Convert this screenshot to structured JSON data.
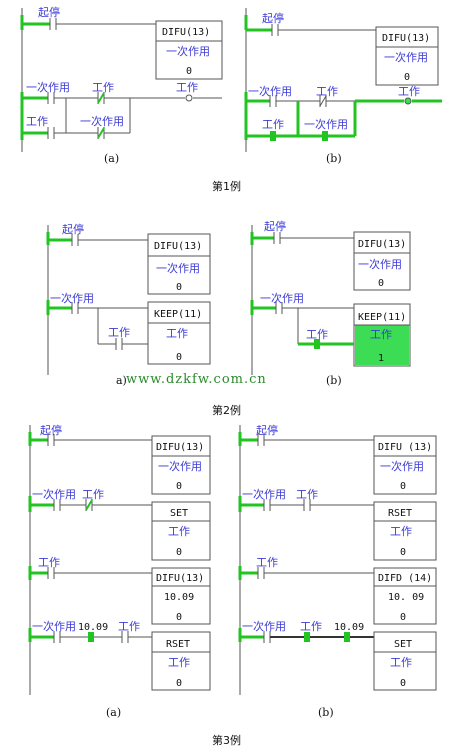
{
  "labels": {
    "qiting": "起停",
    "yici_zuoyong": "一次作用",
    "gongzuo": "工作",
    "difu13": "DIFU(13)",
    "difu_13_spaced": "DIFU (13)",
    "difd14": "DIFD (14)",
    "keep11": "KEEP(11)",
    "set": "SET",
    "rset": "RSET",
    "addr_1009": "10.09",
    "addr_1009_spaced": "10. 09",
    "zero": "0",
    "one": "1"
  },
  "captions": {
    "a": "(a)",
    "b": "(b)",
    "a_partial": "a)"
  },
  "sections": {
    "ex1": "第1例",
    "ex2": "第2例",
    "ex3": "第3例"
  },
  "watermark": "www.dzkfw.com.cn",
  "colors": {
    "line": "#555555",
    "energized": "#22c422",
    "energized_fill": "#3ddc55",
    "label": "#3b3bd8"
  }
}
